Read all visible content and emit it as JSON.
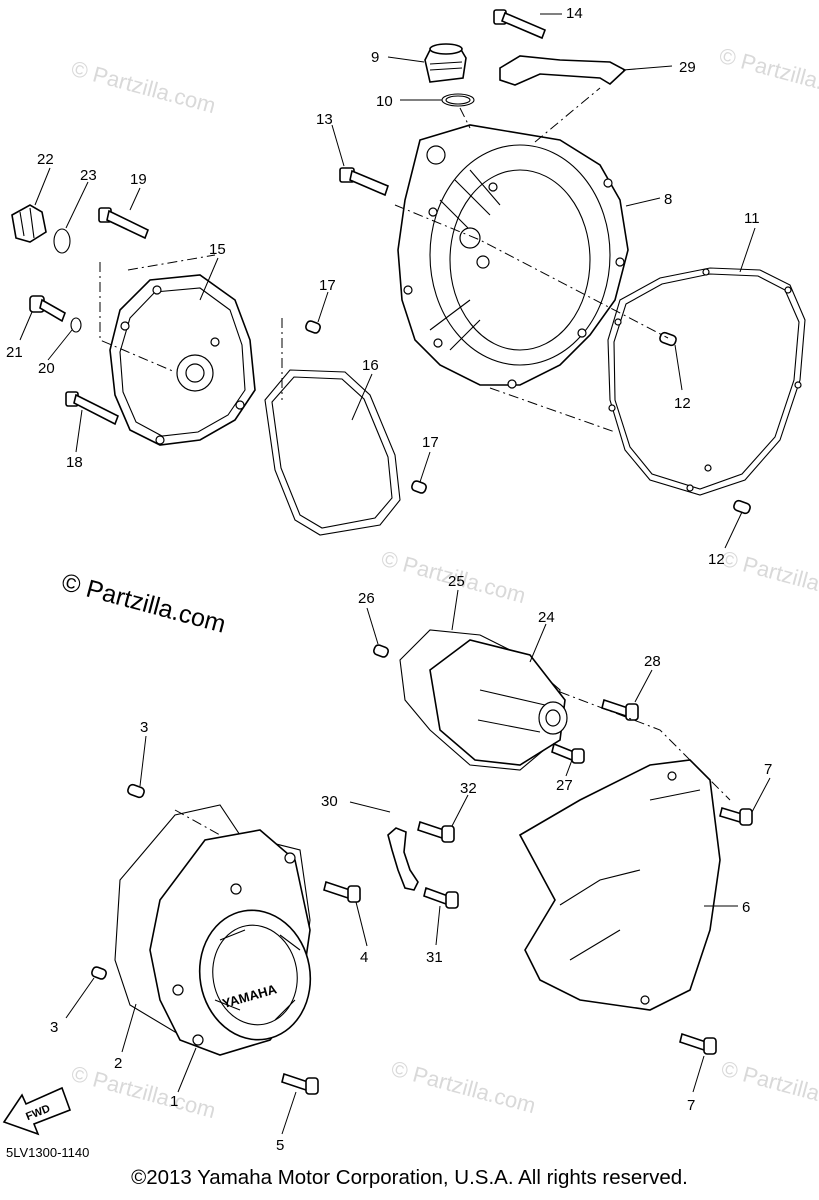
{
  "watermark_small": "© Partzilla.com",
  "watermark_main": "© Partzilla.com",
  "diagram_code": "5LV1300-1140",
  "copyright": "©2013 Yamaha Motor Corporation, U.S.A. All rights reserved.",
  "brand_on_cover": "YAMAHA",
  "fwd_label": "FWD",
  "callouts": {
    "c1": "1",
    "c2": "2",
    "c3a": "3",
    "c3b": "3",
    "c4": "4",
    "c5": "5",
    "c6": "6",
    "c7a": "7",
    "c7b": "7",
    "c8": "8",
    "c9": "9",
    "c10": "10",
    "c11": "11",
    "c12a": "12",
    "c12b": "12",
    "c13": "13",
    "c14": "14",
    "c15": "15",
    "c16": "16",
    "c17a": "17",
    "c17b": "17",
    "c18": "18",
    "c19": "19",
    "c20": "20",
    "c21": "21",
    "c22": "22",
    "c23": "23",
    "c24": "24",
    "c25": "25",
    "c26": "26",
    "c27": "27",
    "c28": "28",
    "c29": "29",
    "c30": "30",
    "c31": "31",
    "c32": "32"
  }
}
